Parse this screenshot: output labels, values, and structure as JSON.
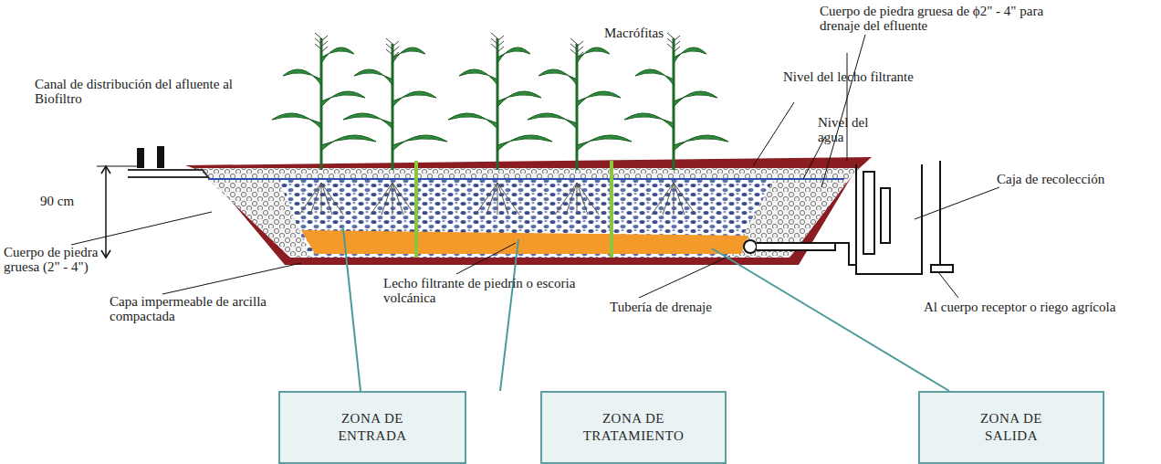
{
  "diagram": {
    "nodes": [
      {
        "text": [
          "ZONA DE ENTRADA"
        ]
      },
      {
        "text": [
          "ZONA DE TRATAMIENTO"
        ]
      },
      {
        "text": [
          "ZONA DE SALIDA"
        ]
      }
    ],
    "labels": [
      "Macrófitas",
      "Cuerpo de piedra gruesa de ϕ2\" - 4\" para drenaje del efluente",
      "Canal de distribución del afluente al Biofiltro",
      "Nivel del lecho filtrante",
      "Nivel del agua",
      "90 cm",
      "Caja de recolección",
      "Cuerpo de piedra gruesa (2\" - 4\")",
      "Capa impermeable de arcilla compactada",
      "Lecho filtrante de piedrín o escoria volcánica",
      "Tubería de drenaje",
      "Al cuerpo receptor o riego agrícola"
    ]
  }
}
